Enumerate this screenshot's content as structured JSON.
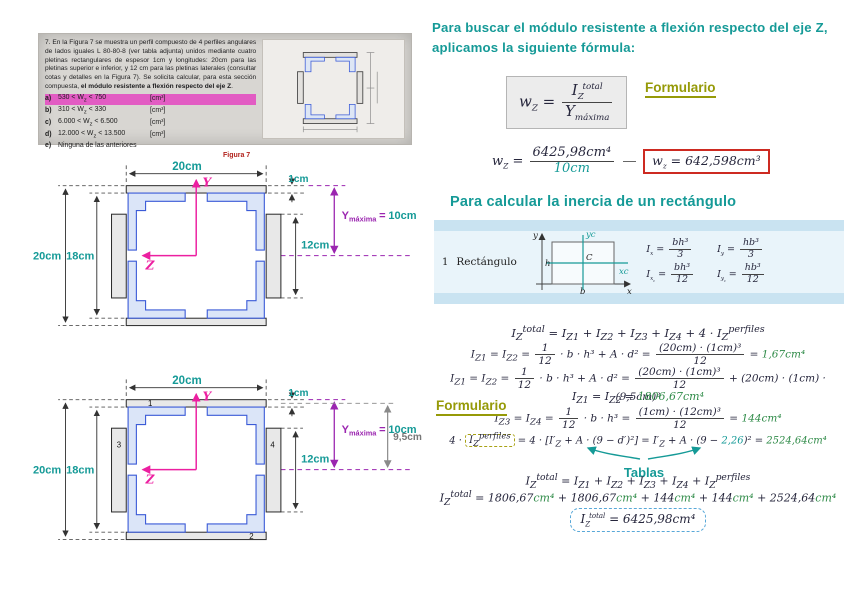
{
  "colors": {
    "teal": "#159a97",
    "olive": "#969a08",
    "magenta_axes": "#ec1fa0",
    "purple_dim": "#9b26b0",
    "result_box_red": "#cd2a21",
    "final_box_blue": "#58a8d8",
    "highlight_pink": "#e25cc3",
    "angle_blue": "#3b5bd7"
  },
  "problem_card": {
    "statement_html": "7. En la Figura 7 se muestra un perfil compuesto de 4 perfiles angulares de lados iguales L 80-80-8 (ver tabla adjunta) unidos mediante cuatro pletinas rectangulares de espesor 1cm y longitudes: 20cm para las pletinas superior e inferior, y 12 cm para las pletinas laterales (consultar cotas y detalles en la Figura 7). Se solicita calcular, para esta sección compuesta, <b>el módulo resistente a flexión respecto del eje Z</b>.",
    "options": [
      {
        "letter": "a)",
        "value_html": "530 &lt; W<sub>z</sub> &lt; 750",
        "unit": "[cm³]",
        "highlighted": true
      },
      {
        "letter": "b)",
        "value_html": "310 &lt; W<sub>z</sub> &lt; 330",
        "unit": "[cm³]",
        "highlighted": false
      },
      {
        "letter": "c)",
        "value_html": "6.000 &lt; W<sub>z</sub> &lt; 6.500",
        "unit": "[cm³]",
        "highlighted": false
      },
      {
        "letter": "d)",
        "value_html": "12.000 &lt; W<sub>z</sub> &lt; 13.500",
        "unit": "[cm³]",
        "highlighted": false
      },
      {
        "letter": "e)",
        "value_html": "Ninguna de las anteriores",
        "unit": "",
        "highlighted": false
      }
    ],
    "figure_caption": "Figura 7"
  },
  "drawing1": {
    "axis_y": "Y",
    "axis_z": "Z",
    "dim_top": "20cm",
    "dim_thk": "1cm",
    "dim_outer": "20cm",
    "dim_inner": "18cm",
    "dim_side": "12cm",
    "ymax_y": "Y",
    "ymax_sub": "máxima",
    "ymax_eq": "=",
    "ymax_val": "10cm"
  },
  "drawing2": {
    "axis_y": "Y",
    "axis_z": "Z",
    "dim_top": "20cm",
    "dim_thk": "1cm",
    "dim_outer": "20cm",
    "dim_inner": "18cm",
    "dim_side": "12cm",
    "ymax_y": "Y",
    "ymax_sub": "máxima",
    "ymax_eq": "=",
    "ymax_val": "10cm",
    "dim_offset": "9,5cm",
    "n1": "1",
    "n2": "2",
    "n3": "3",
    "n4": "4"
  },
  "notes": {
    "intro": "Para buscar el módulo resistente a flexión respecto del eje Z,\naplicamos la siguiente fórmula:",
    "formulario": "Formulario",
    "formula_html": "w<sub>Z</sub> = <span class='fr'><span>I<sub>Z</sub><sup>total</sup></span><span>Y<sub>máxima</sub></span></span>",
    "calc_html": "w<sub>Z</sub> = <span class='fr'><span>6425,98cm⁴</span><span class='tealv'>10cm</span></span>",
    "result_html": "w<sub>z</sub> = 642,598cm³",
    "heading2": "Para calcular la inercia de un rectángulo",
    "table": {
      "num": "1",
      "label": "Rectángulo",
      "fig": {
        "y": "y",
        "x": "x",
        "yc": "yc",
        "xc": "xc",
        "c": "C",
        "b": "b",
        "h": "h"
      },
      "f1": "I<sub>x</sub> = <span class='fr'><span>bh³</span><span>3</span></span>",
      "f2": "I<sub>y</sub> = <span class='fr'><span>hb³</span><span>3</span></span>",
      "f3": "I<sub>x<sub>c</sub></sub> = <span class='fr'><span>bh³</span><span>12</span></span>",
      "f4": "I<sub>y<sub>c</sub></sub> = <span class='fr'><span>hb³</span><span>12</span></span>"
    },
    "equations": [
      "I<sub>Z</sub><sup>total</sup> = I<sub>Z1</sub> + I<sub>Z2</sub> + I<sub>Z3</sub> + I<sub>Z4</sub> + 4 · I<sub>Z</sub><sup>perfiles</sup>",
      "I<sub>Z1</sub> = I<sub>Z2</sub> = <span class='fr'><span>1</span><span>12</span></span> · b · h³ + A · d² = <span class='fr'><span>(20cm) · (1cm)³</span><span>12</span></span> = <span class='resv'>1,67cm⁴</span>",
      "I<sub>Z1</sub> = I<sub>Z2</sub> = <span class='fr'><span>1</span><span>12</span></span> · b · h³ + A · d² = <span class='fr'><span>(20cm) · (1cm)³</span><span>12</span></span> + (20cm) · (1cm) · (9,5cm)²",
      "I<sub>Z1</sub> = I<sub>Z2</sub> = <span class='resv'>1806,67cm⁴</span>",
      "I<sub>Z3</sub> = I<sub>Z4</sub> = <span class='fr'><span>1</span><span>12</span></span> · b · h³ = <span class='fr'><span>(1cm) · (12cm)³</span><span>12</span></span> = <span class='resv'>144cm⁴</span>",
      "4 · <span class='obox'>I<sub>Z</sub><sup>perfiles</sup></span> = 4 · [I′<sub>Z</sub> + A · (9 − d′)²] = I′<sub>Z</sub> + A · (9 − <span class='tealv'>2,26</span>)² = <span class='resv'>2524,64cm⁴</span>",
      "I<sub>Z</sub><sup>total</sup> = I<sub>Z1</sub> + I<sub>Z2</sub> + I<sub>Z3</sub> + I<sub>Z4</sub> + I<sub>Z</sub><sup>perfiles</sup>",
      "I<sub>Z</sub><sup>total</sup> = 1806,67<span class='resv'>cm⁴</span> + 1806,67<span class='resv'>cm⁴</span> + 144<span class='resv'>cm⁴</span> + 144<span class='resv'>cm⁴</span> + 2524,64<span class='resv'>cm⁴</span>"
    ],
    "tablas": "Tablas",
    "final_html": "I<sub>Z</sub><sup>total</sup> = 6425,98cm⁴"
  }
}
